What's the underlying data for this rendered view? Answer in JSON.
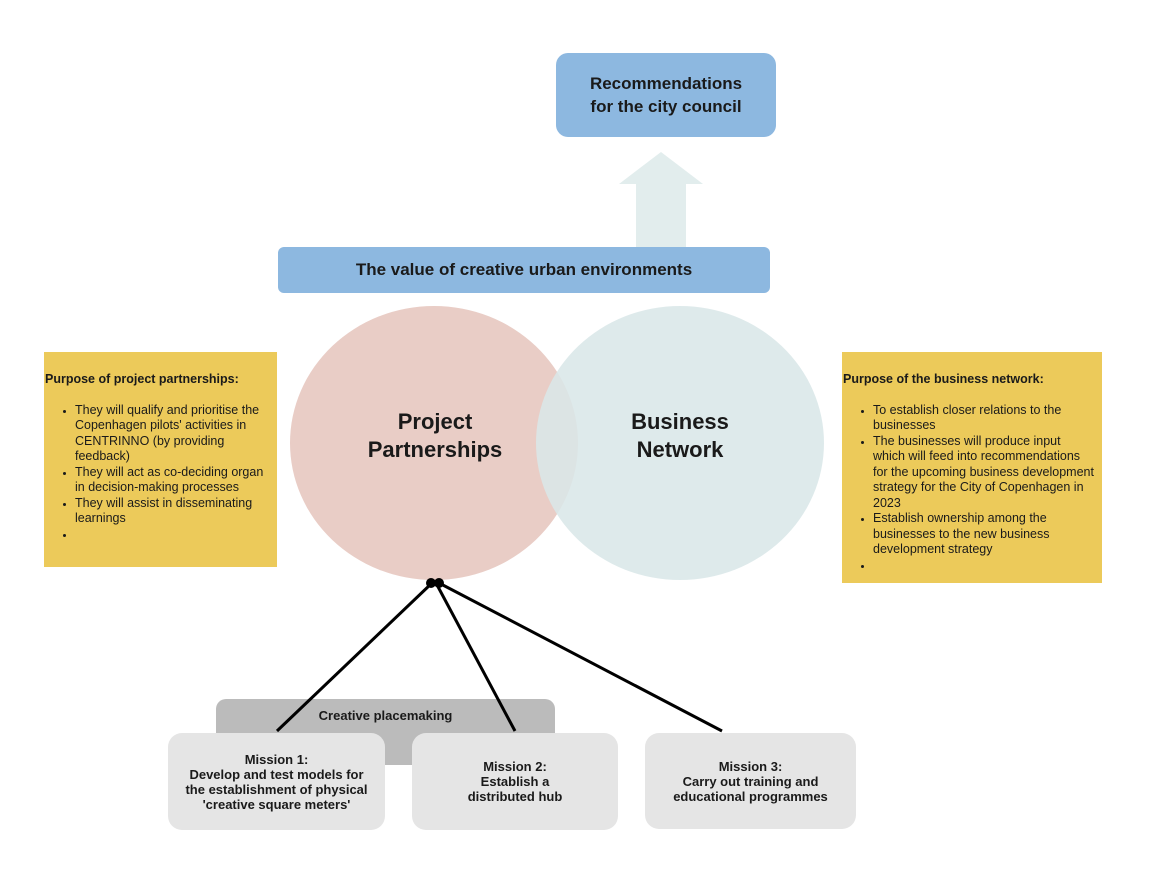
{
  "recommendations": {
    "label_line1": "Recommendations",
    "label_line2": "for the city council"
  },
  "value_bar": {
    "label": "The value of creative urban environments"
  },
  "circles": {
    "project_partnerships": {
      "line1": "Project",
      "line2": "Partnerships"
    },
    "business_network": {
      "line1": "Business",
      "line2": "Network"
    }
  },
  "notes": {
    "left": {
      "title": "Purpose of project partnerships:",
      "items": [
        "They will qualify and prioritise the Copenhagen pilots' activities in CENTRINNO (by providing feedback)",
        "They will act as co-deciding organ in decision-making processes",
        "They will assist in disseminating learnings",
        ""
      ]
    },
    "right": {
      "title": "Purpose of the business network:",
      "items": [
        "To establish closer relations to the businesses",
        "The businesses will produce input which will feed into recommendations for the upcoming business development strategy for the City of Copenhagen in 2023",
        "Establish ownership among the businesses to the new business development strategy",
        ""
      ]
    }
  },
  "placemaking": {
    "label": "Creative placemaking"
  },
  "missions": [
    {
      "title": "Mission 1:",
      "lines": [
        "Develop and test models for",
        "the establishment of physical",
        "'creative square meters'"
      ]
    },
    {
      "title": "Mission 2:",
      "lines": [
        "Establish a",
        "distributed hub"
      ]
    },
    {
      "title": "Mission 3:",
      "lines": [
        "Carry out training and",
        "educational programmes"
      ]
    }
  ],
  "colors": {
    "blue_box": "#8db8e0",
    "arrow": "#e2eded",
    "pink_circle": "#e9cdc6",
    "teal_circle": "#dfe9ea",
    "yellow_note": "#ecca5a",
    "gray_band": "#bbbbbb",
    "mission_box": "#e5e5e5"
  }
}
